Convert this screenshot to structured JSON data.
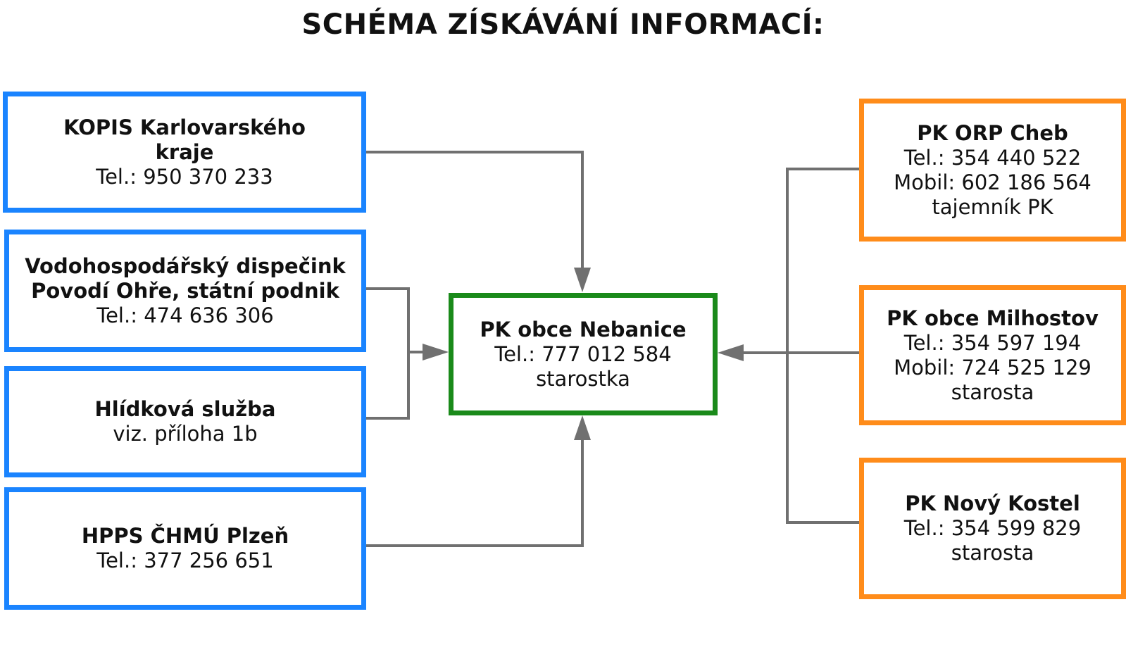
{
  "title": "SCHÉMA ZÍSKÁVÁNÍ INFORMACÍ:",
  "colors": {
    "left_border": "#1a84ff",
    "right_border": "#ff8c1a",
    "center_border": "#1a8a1a",
    "connector": "#707070"
  },
  "center": {
    "name": "PK obce Nebanice",
    "lines": [
      "Tel.: 777 012 584",
      "starostka"
    ]
  },
  "left": [
    {
      "name_lines": [
        "KOPIS Karlovarského",
        "kraje"
      ],
      "lines": [
        "Tel.: 950 370 233"
      ]
    },
    {
      "name_lines": [
        "Vodohospodářský dispečink",
        "Povodí Ohře, státní podnik"
      ],
      "lines": [
        "Tel.: 474 636 306"
      ]
    },
    {
      "name_lines": [
        "Hlídková služba"
      ],
      "lines": [
        "viz. příloha 1b"
      ]
    },
    {
      "name_lines": [
        "HPPS ČHMÚ Plzeň"
      ],
      "lines": [
        "Tel.: 377 256 651"
      ]
    }
  ],
  "right": [
    {
      "name_lines": [
        "PK ORP Cheb"
      ],
      "lines": [
        "Tel.: 354 440 522",
        "Mobil: 602 186 564",
        "tajemník PK"
      ]
    },
    {
      "name_lines": [
        "PK obce Milhostov"
      ],
      "lines": [
        "Tel.: 354 597 194",
        "Mobil: 724 525 129",
        "starosta"
      ]
    },
    {
      "name_lines": [
        "PK Nový Kostel"
      ],
      "lines": [
        "Tel.: 354 599 829",
        "starosta"
      ]
    }
  ]
}
